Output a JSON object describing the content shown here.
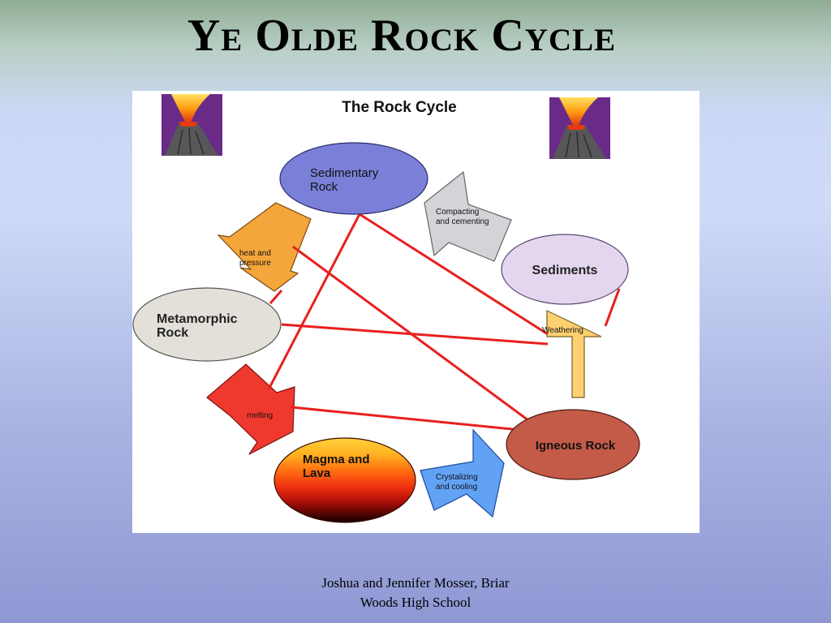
{
  "slide": {
    "title": "Ye Olde Rock Cycle",
    "footer_line1": "Joshua and Jennifer Mosser, Briar",
    "footer_line2": "Woods High School"
  },
  "diagram": {
    "title": "The Rock Cycle",
    "nodes": {
      "sedimentary": [
        "Sedimentary",
        "Rock"
      ],
      "sediments": [
        "Sediments"
      ],
      "metamorphic": [
        "Metamorphic",
        "Rock"
      ],
      "igneous": [
        "Igneous Rock"
      ],
      "magma": [
        "Magma and",
        "Lava"
      ]
    },
    "processes": {
      "compacting": [
        "Compacting",
        "and cementing"
      ],
      "heat": [
        "heat and",
        "pressure"
      ],
      "weathering": [
        "Weathering"
      ],
      "melting": [
        "melting"
      ],
      "crystalizing": [
        "Crystalizing",
        "and cooling"
      ]
    }
  },
  "colors": {
    "sedimentary": "#7a80d8",
    "sediments": "#e3d6ee",
    "metamorphic": "#e2e0d8",
    "igneous": "#c45a48",
    "compacting_arrow": "#d4d4d8",
    "heat_arrow": "#f5a63a",
    "weathering_arrow": "#fdd170",
    "melting_arrow": "#f0392e",
    "crystalizing_arrow": "#62a2f4",
    "connector_line": "#e8201e"
  }
}
